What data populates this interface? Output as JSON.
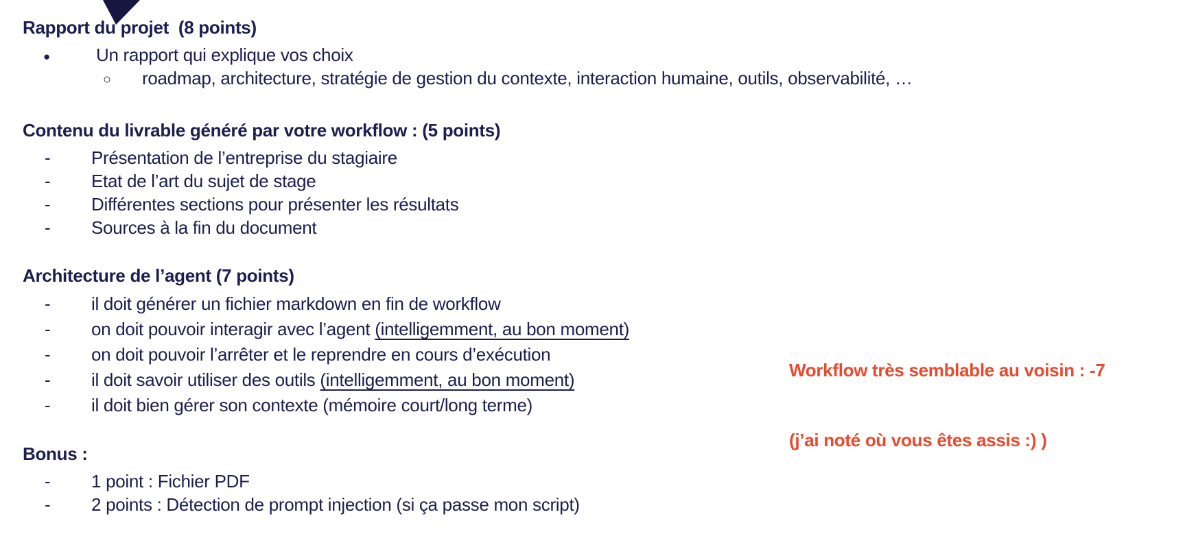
{
  "page": {
    "background_color": "#ffffff",
    "text_color": "#1d1d4f",
    "accent_color": "#e84a2d",
    "triangle_color": "#161640"
  },
  "markers": {
    "disc": "●",
    "circle": "○",
    "dash": "-"
  },
  "sections": [
    {
      "heading": "Rapport du projet  (8 points)",
      "items": [
        {
          "level": 1,
          "marker": "disc",
          "text": "Un rapport qui explique vos choix"
        },
        {
          "level": 2,
          "marker": "circle",
          "text": "roadmap, architecture, stratégie de gestion du contexte, interaction humaine, outils, observabilité, …"
        }
      ]
    },
    {
      "heading": "Contenu du livrable généré par votre workflow : (5 points)",
      "items": [
        {
          "level": 1,
          "marker": "dash",
          "text": "Présentation de l’entreprise du stagiaire"
        },
        {
          "level": 1,
          "marker": "dash",
          "text": "Etat de l’art du sujet de stage"
        },
        {
          "level": 1,
          "marker": "dash",
          "text": "Différentes sections pour présenter les résultats"
        },
        {
          "level": 1,
          "marker": "dash",
          "text": "Sources à la fin du document"
        }
      ]
    },
    {
      "heading": "Architecture de l’agent (7 points)",
      "wide_rows": true,
      "items": [
        {
          "level": 1,
          "marker": "dash",
          "text": "il doit générer un fichier markdown en fin de workflow"
        },
        {
          "level": 1,
          "marker": "dash",
          "text": "on doit pouvoir interagir avec l’agent ",
          "underlined": "(intelligemment, au bon moment)"
        },
        {
          "level": 1,
          "marker": "dash",
          "text": "on doit pouvoir l’arrêter et le reprendre en cours d’exécution"
        },
        {
          "level": 1,
          "marker": "dash",
          "text": "il doit savoir utiliser des outils ",
          "underlined": "(intelligemment, au bon moment)"
        },
        {
          "level": 1,
          "marker": "dash",
          "text": "il doit bien gérer son contexte (mémoire court/long terme)"
        }
      ]
    },
    {
      "heading": "Bonus :",
      "items": [
        {
          "level": 1,
          "marker": "dash",
          "text": "1 point : Fichier PDF"
        },
        {
          "level": 1,
          "marker": "dash",
          "text": "2 points : Détection de prompt injection (si ça passe mon script)"
        }
      ]
    }
  ],
  "annotation": {
    "line1": "Workflow très semblable au voisin : -7",
    "line2": "(j’ai noté où vous êtes assis :) )"
  }
}
